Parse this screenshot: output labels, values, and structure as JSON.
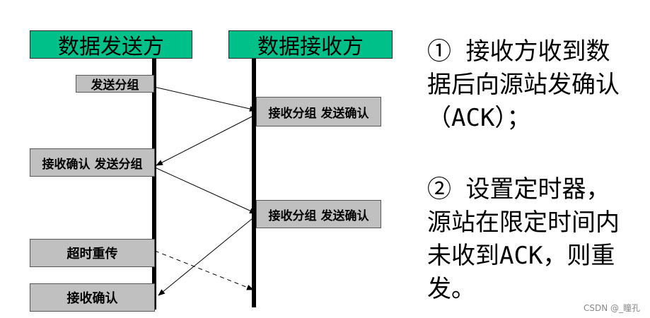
{
  "diagram": {
    "sender_title": "数据发送方",
    "receiver_title": "数据接收方",
    "sender_boxes": {
      "send_packet": "发送分组",
      "recv_ack_send_packet": "接收确认 发送分组",
      "timeout_resend": "超时重传",
      "recv_ack": "接收确认"
    },
    "receiver_boxes": {
      "recv_packet_send_ack_1": "接收分组 发送确认",
      "recv_packet_send_ack_2": "接收分组 发送确认"
    }
  },
  "notes": {
    "note1": [
      "① 接收方收到数",
      "据后向源站发确认",
      "（ACK）；"
    ],
    "note2": [
      "② 设置定时器，",
      "源站在限定时间内",
      "未收到ACK，则重",
      "发。"
    ]
  },
  "watermark": "CSDN @_瞳孔",
  "colors": {
    "header_fill": "#00c08a",
    "box_fill": "#c0c0c0"
  }
}
